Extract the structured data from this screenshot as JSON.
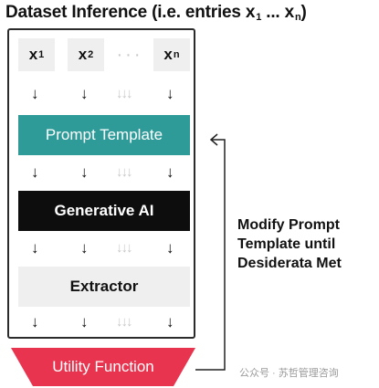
{
  "title": {
    "text": "Dataset Inference (i.e. entries x",
    "sub1": "1",
    "mid": " ... x",
    "subn": "n",
    "end": ")"
  },
  "entries": [
    {
      "base": "x",
      "sub": "1"
    },
    {
      "base": "x",
      "sub": "2"
    },
    {
      "base": "x",
      "sub": "n"
    }
  ],
  "ellipsis": "···",
  "arrow": "↓",
  "faded_arrow": "↓↓↓",
  "blocks": {
    "prompt_template": "Prompt Template",
    "generative_ai": "Generative AI",
    "extractor": "Extractor",
    "utility_function": "Utility Function"
  },
  "feedback_label": [
    "Modify Prompt",
    "Template until",
    "Desiderata Met"
  ],
  "watermark": "公众号 · 苏哲管理咨询",
  "colors": {
    "prompt": "#2f9b99",
    "generative": "#0d0d0d",
    "extractor": "#efefef",
    "utility": "#e8344e"
  }
}
